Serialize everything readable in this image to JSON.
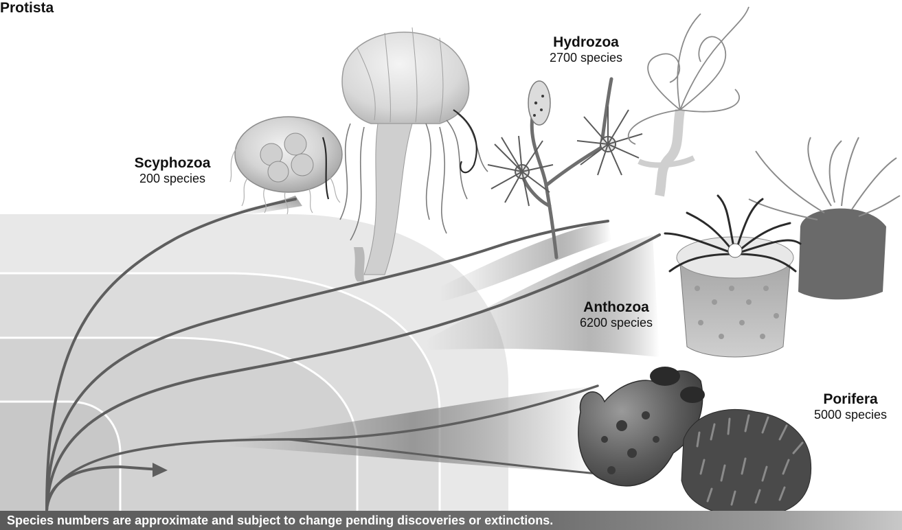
{
  "taxa": {
    "scyphozoa": {
      "name": "Scyphozoa",
      "count": "200 species"
    },
    "hydrozoa": {
      "name": "Hydrozoa",
      "count": "2700 species"
    },
    "anthozoa": {
      "name": "Anthozoa",
      "count": "6200 species"
    },
    "porifera": {
      "name": "Porifera",
      "count": "5000 species"
    },
    "protista": {
      "name": "Protista"
    }
  },
  "footer": {
    "note": "Species numbers are approximate and subject to change pending discoveries or extinctions."
  },
  "colors": {
    "background": "#ffffff",
    "band_light": "#e8e8e8",
    "band_mid": "#dedede",
    "band_dark": "#d0d0d0",
    "branch": "#5e5e5e",
    "footer_bar": "#5a5a5a",
    "footer_text": "#ffffff"
  }
}
